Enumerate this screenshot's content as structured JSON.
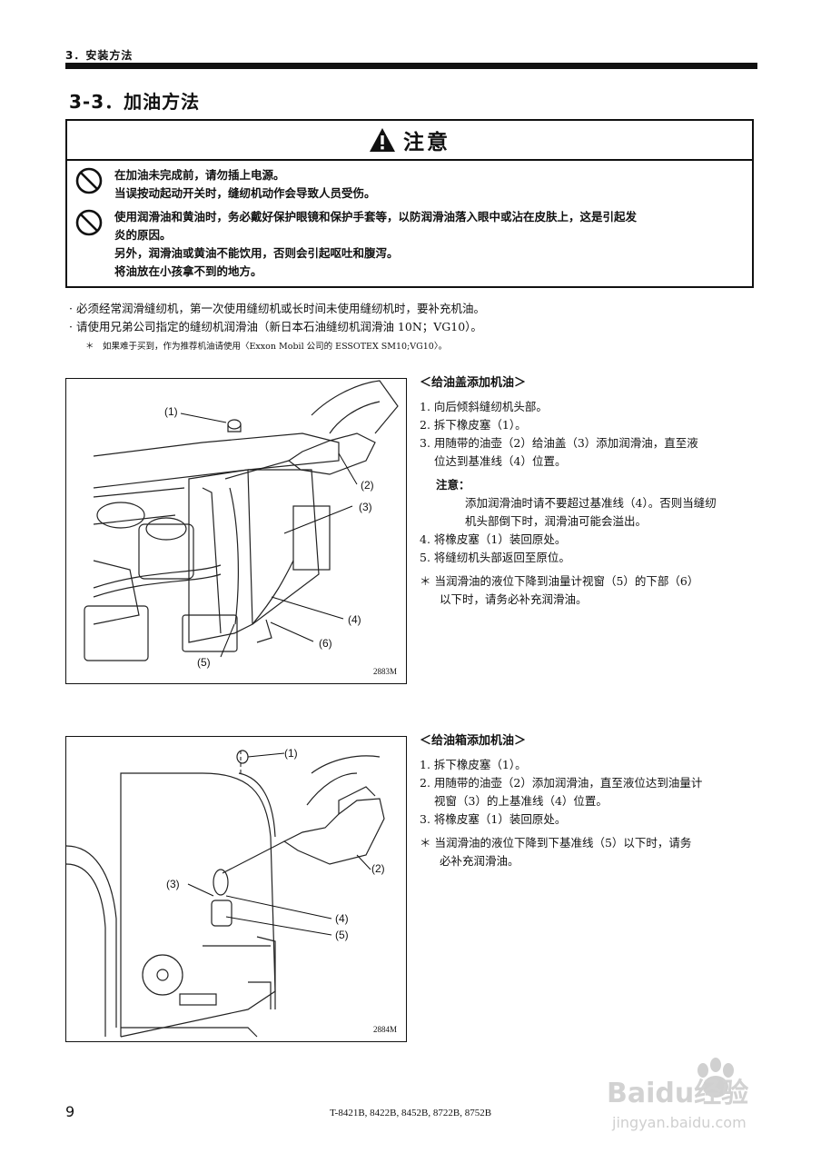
{
  "header": {
    "section": "3．安装方法",
    "title": "3-3．加油方法"
  },
  "caution": {
    "title": "注意",
    "item1": [
      "在加油未完成前，请勿插上电源。",
      "当误按动起动开关时，缝纫机动作会导致人员受伤。"
    ],
    "item2": [
      "使用润滑油和黄油时，务必戴好保护眼镜和保护手套等，以防润滑油落入眼中或沾在皮肤上，这是引起发",
      "炎的原因。",
      "另外，润滑油或黄油不能饮用，否则会引起呕吐和腹泻。",
      "将油放在小孩拿不到的地方。"
    ]
  },
  "bullets": [
    "· 必须经常润滑缝纫机，第一次使用缝纫机或长时间未使用缝纫机时，要补充机油。",
    "· 请使用兄弟公司指定的缝纫机润滑油（新日本石油缝纫机润滑油 10N；VG10）。"
  ],
  "footnote": "＊　如果难于买到，作为推荐机油请使用〈Exxon Mobil 公司的 ESSOTEX SM10;VG10〉。",
  "section1": {
    "title": "＜给油盖添加机油＞",
    "steps": [
      "1. 向后倾斜缝纫机头部。",
      "2. 拆下橡皮塞（1）。",
      "3. 用随带的油壶（2）给油盖（3）添加润滑油，直至液",
      "位达到基准线（4）位置。"
    ],
    "note_label": "注意：",
    "note_lines": [
      "添加润滑油时请不要超过基准线（4）。否则当缝纫",
      "机头部倒下时，润滑油可能会溢出。"
    ],
    "steps2": [
      "4. 将橡皮塞（1）装回原处。",
      "5. 将缝纫机头部返回至原位。"
    ],
    "star": [
      "＊  当润滑油的液位下降到油量计视窗（5）的下部（6）",
      "以下时，请务必补充润滑油。"
    ],
    "figure": {
      "code": "2883M",
      "labels": [
        "(1)",
        "(2)",
        "(3)",
        "(4)",
        "(5)",
        "(6)"
      ]
    }
  },
  "section2": {
    "title": "＜给油箱添加机油＞",
    "steps": [
      "1. 拆下橡皮塞（1）。",
      "2. 用随带的油壶（2）添加润滑油，直至液位达到油量计",
      "视窗（3）的上基准线（4）位置。",
      "3. 将橡皮塞（1）装回原处。"
    ],
    "star": [
      "＊  当润滑油的液位下降到下基准线（5）以下时，请务",
      "必补充润滑油。"
    ],
    "figure": {
      "code": "2884M",
      "labels": [
        "(1)",
        "(2)",
        "(3)",
        "(4)",
        "(5)"
      ]
    }
  },
  "footer": {
    "page": "9",
    "models": "T-8421B, 8422B, 8452B, 8722B, 8752B"
  },
  "watermark": {
    "brand": "Baidu经验",
    "url": "jingyan.baidu.com"
  }
}
